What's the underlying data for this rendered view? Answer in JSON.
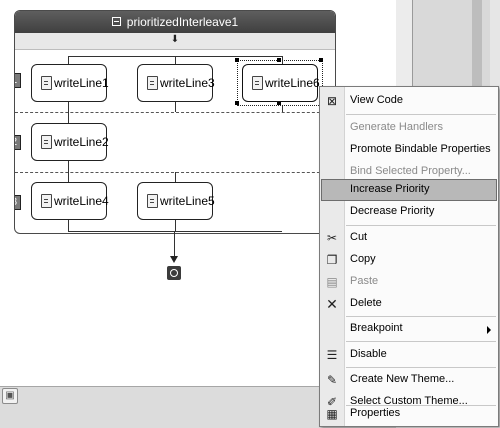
{
  "activity": {
    "title": "prioritizedInterleave1",
    "branches": [
      {
        "priority": "1",
        "steps": [
          "writeLine1",
          "writeLine3",
          "writeLine6"
        ]
      },
      {
        "priority": "2",
        "steps": [
          "writeLine2"
        ]
      },
      {
        "priority": "3",
        "steps": [
          "writeLine4",
          "writeLine5"
        ]
      }
    ]
  },
  "menu": {
    "items": [
      {
        "label": "View Code",
        "mnemonic": "C",
        "icon": "view-code-icon",
        "enabled": true
      },
      {
        "label": "Generate Handlers",
        "enabled": false
      },
      {
        "label": "Promote Bindable Properties",
        "enabled": true
      },
      {
        "label": "Bind Selected Property...",
        "enabled": false
      },
      {
        "label": "Increase Priority",
        "enabled": true,
        "highlighted": true
      },
      {
        "label": "Decrease Priority",
        "enabled": true
      },
      {
        "label": "Cut",
        "icon": "scissors-icon",
        "enabled": true
      },
      {
        "label": "Copy",
        "icon": "copy-icon",
        "enabled": true
      },
      {
        "label": "Paste",
        "icon": "paste-icon",
        "enabled": false
      },
      {
        "label": "Delete",
        "icon": "delete-icon",
        "enabled": true
      },
      {
        "label": "Breakpoint",
        "enabled": true,
        "submenu": true
      },
      {
        "label": "Disable",
        "icon": "disable-icon",
        "enabled": true
      },
      {
        "label": "Create New Theme...",
        "icon": "create-theme-icon",
        "enabled": true
      },
      {
        "label": "Select Custom Theme...",
        "icon": "select-theme-icon",
        "enabled": true
      },
      {
        "label": "Properties",
        "icon": "properties-icon",
        "enabled": true
      }
    ]
  }
}
